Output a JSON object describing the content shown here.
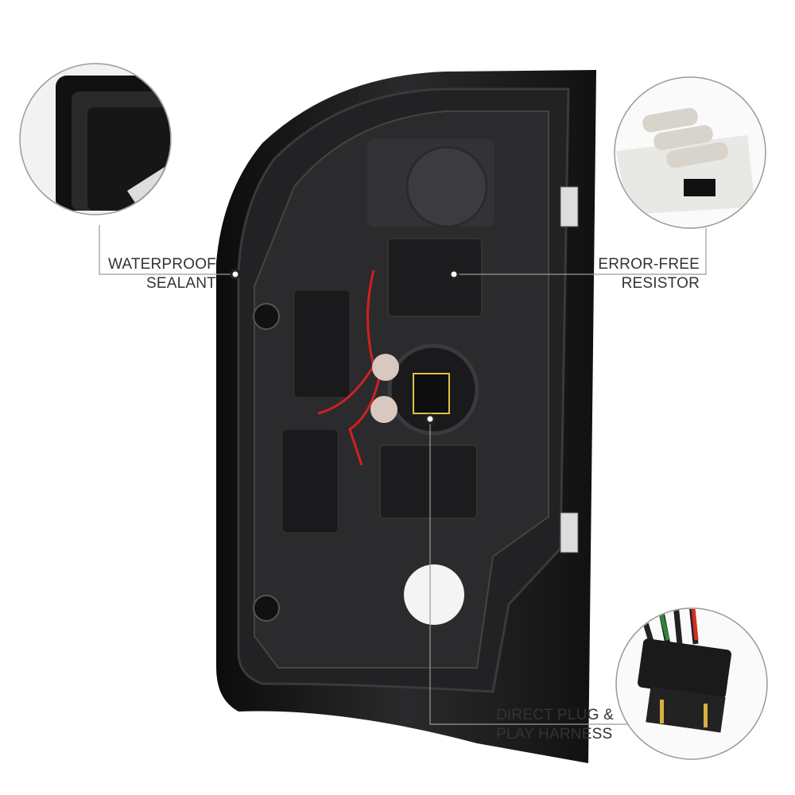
{
  "callouts": {
    "sealant": {
      "line1": "WATERPROOF",
      "line2": "SEALANT"
    },
    "resistor": {
      "line1": "ERROR-FREE",
      "line2": "RESISTOR"
    },
    "harness": {
      "line1": "DIRECT PLUG &",
      "line2": "PLAY HARNESS"
    }
  },
  "colors": {
    "line": "#9a9a9a",
    "text": "#333333",
    "housing": "#1b1b1d"
  }
}
